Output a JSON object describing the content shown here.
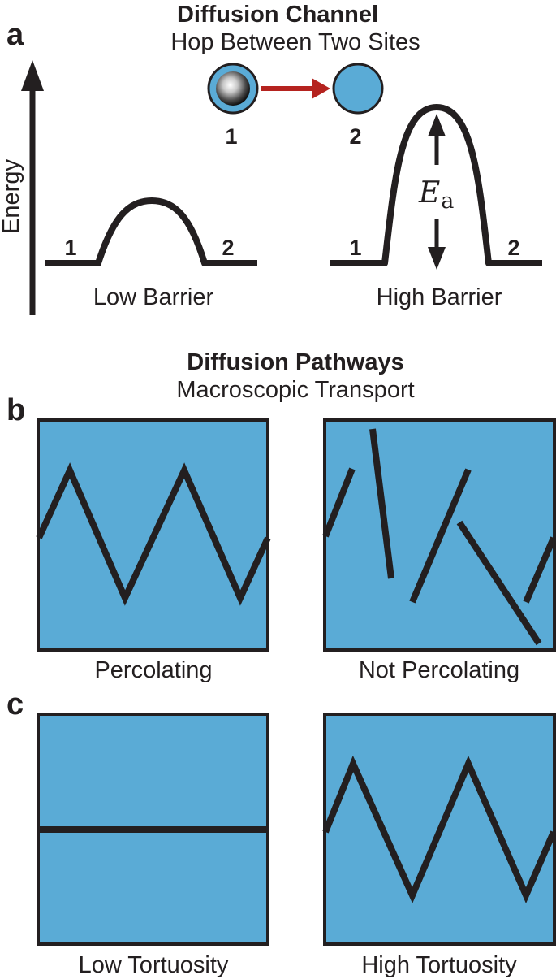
{
  "panel_a": {
    "letter": "a",
    "title": "Diffusion Channel",
    "subtitle": "Hop Between Two Sites",
    "site1_label": "1",
    "site2_label": "2",
    "energy_axis_label": "Energy",
    "low_barrier": {
      "left_site": "1",
      "right_site": "2",
      "caption": "Low Barrier"
    },
    "high_barrier": {
      "left_site": "1",
      "right_site": "2",
      "caption": "High Barrier",
      "activation_symbol": "E",
      "activation_subscript": "a"
    }
  },
  "panel_b": {
    "letter": "b",
    "title": "Diffusion Pathways",
    "subtitle": "Macroscopic Transport",
    "left_caption": "Percolating",
    "right_caption": "Not Percolating"
  },
  "panel_c": {
    "letter": "c",
    "left_caption": "Low Tortuosity",
    "right_caption": "High Tortuosity"
  },
  "colors": {
    "medium": "#5aabd6",
    "ink": "#231f20",
    "hop_arrow": "#b5231f"
  }
}
